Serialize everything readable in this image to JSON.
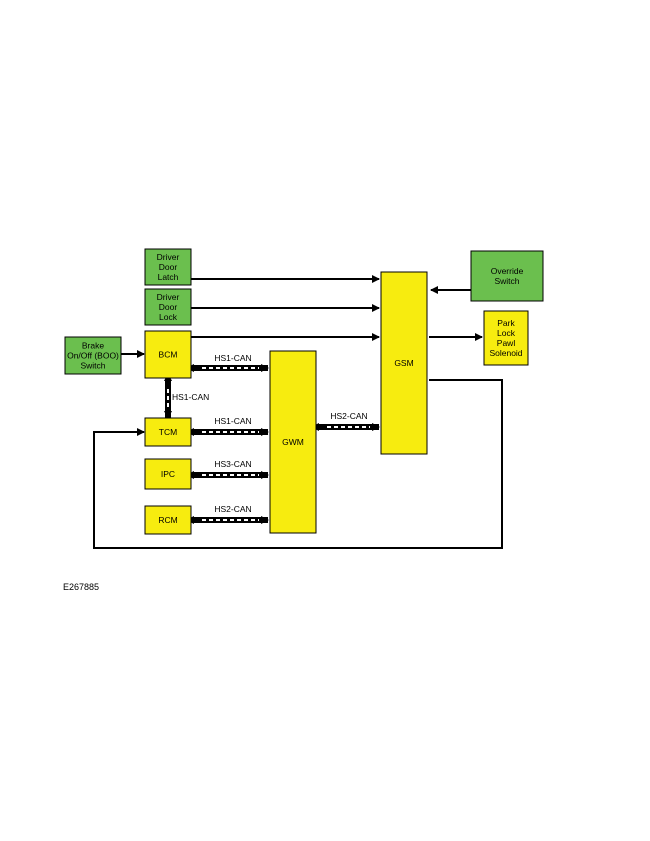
{
  "colors": {
    "module": "#f7ec0f",
    "input": "#6bbf4e",
    "stroke": "#000000",
    "bus_dash": "#ffffff"
  },
  "nodes": {
    "driver_door_latch": {
      "lines": [
        "Driver",
        "Door",
        "Latch"
      ],
      "kind": "input"
    },
    "driver_door_lock": {
      "lines": [
        "Driver",
        "Door",
        "Lock"
      ],
      "kind": "input"
    },
    "brake_switch": {
      "lines": [
        "Brake",
        "On/Off (BOO)",
        "Switch"
      ],
      "kind": "input"
    },
    "override_switch": {
      "lines": [
        "Override",
        "Switch"
      ],
      "kind": "input"
    },
    "bcm": {
      "lines": [
        "BCM"
      ],
      "kind": "module"
    },
    "tcm": {
      "lines": [
        "TCM"
      ],
      "kind": "module"
    },
    "ipc": {
      "lines": [
        "IPC"
      ],
      "kind": "module"
    },
    "rcm": {
      "lines": [
        "RCM"
      ],
      "kind": "module"
    },
    "gwm": {
      "lines": [
        "GWM"
      ],
      "kind": "module"
    },
    "gsm": {
      "lines": [
        "GSM"
      ],
      "kind": "module"
    },
    "park_lock": {
      "lines": [
        "Park",
        "Lock",
        "Pawl",
        "Solenoid"
      ],
      "kind": "module"
    }
  },
  "bus_labels": {
    "bcm_gwm": "HS1-CAN",
    "bcm_tcm": "HS1-CAN",
    "tcm_gwm": "HS1-CAN",
    "ipc_gwm": "HS3-CAN",
    "rcm_gwm": "HS2-CAN",
    "gwm_gsm": "HS2-CAN"
  },
  "figure_ref": "E267885"
}
